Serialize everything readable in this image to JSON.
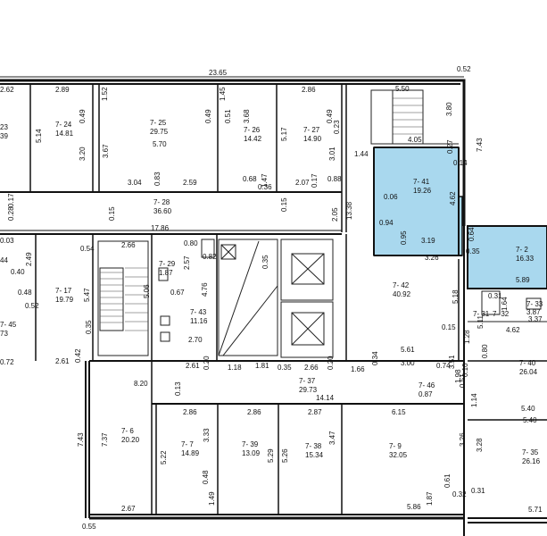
{
  "plan": {
    "overall_width": "23.65",
    "top_right_dim": "0.52",
    "rooms": [
      {
        "id": "r23",
        "name": "23",
        "area": "39"
      },
      {
        "id": "r24",
        "name": "7- 24",
        "area": "14.81"
      },
      {
        "id": "r25",
        "name": "7- 25",
        "area": "29.75"
      },
      {
        "id": "r26",
        "name": "7- 26",
        "area": "14.42"
      },
      {
        "id": "r27",
        "name": "7- 27",
        "area": "14.90"
      },
      {
        "id": "r28",
        "name": "7- 28",
        "area": "36.60"
      },
      {
        "id": "r41",
        "name": "7- 41",
        "area": "19.26"
      },
      {
        "id": "r2",
        "name": "7- 2",
        "area": "16.33"
      },
      {
        "id": "r44",
        "name": "44",
        "area": ""
      },
      {
        "id": "r17",
        "name": "7- 17",
        "area": "19.79"
      },
      {
        "id": "r29",
        "name": "7- 29",
        "area": "1.87"
      },
      {
        "id": "r43",
        "name": "7- 43",
        "area": "11.16"
      },
      {
        "id": "r42",
        "name": "7- 42",
        "area": "40.92"
      },
      {
        "id": "r45",
        "name": "7- 45",
        "area": "73"
      },
      {
        "id": "r33",
        "name": "7- 33",
        "area": "3.87"
      },
      {
        "id": "r31",
        "name": "7- 31",
        "area": ""
      },
      {
        "id": "r32",
        "name": "7- 32",
        "area": ""
      },
      {
        "id": "r40",
        "name": "7- 40",
        "area": "26.04"
      },
      {
        "id": "r37",
        "name": "7- 37",
        "area": "29.73"
      },
      {
        "id": "r46",
        "name": "7- 46",
        "area": "0.87"
      },
      {
        "id": "r6",
        "name": "7- 6",
        "area": "20.20"
      },
      {
        "id": "r7",
        "name": "7- 7",
        "area": "14.89"
      },
      {
        "id": "r39",
        "name": "7- 39",
        "area": "13.09"
      },
      {
        "id": "r38",
        "name": "7- 38",
        "area": "15.34"
      },
      {
        "id": "r9",
        "name": "7- 9",
        "area": "32.05"
      },
      {
        "id": "r35",
        "name": "7- 35",
        "area": "26.16"
      }
    ],
    "dims": [
      "2.62",
      "2.89",
      "1.52",
      "1.45",
      "2.86",
      "5.50",
      "3.80",
      "0.27",
      "0.14",
      "7.43",
      "5.14",
      "0.49",
      "3.20",
      "3.67",
      "0.49",
      "0.51",
      "3.68",
      "5.17",
      "0.49",
      "0.23",
      "5.70",
      "1.47",
      "3.01",
      "1.44",
      "4.05",
      "0.06",
      "4.62",
      "3.04",
      "0.83",
      "2.59",
      "0.68",
      "0.36",
      "2.07",
      "0.17",
      "0.88",
      "0.17",
      "0.15",
      "0.28",
      "0.15",
      "2.05",
      "13.38",
      "0.94",
      "0.95",
      "3.19",
      "3.26",
      "0.64",
      "0.35",
      "5.89",
      "17.86",
      "0.80",
      "2.66",
      "2.57",
      "0.82",
      "2.49",
      "0.54",
      "0.03",
      "0.52",
      "0.40",
      "0.48",
      "5.47",
      "5.06",
      "0.67",
      "4.76",
      "2.70",
      "0.35",
      "5.18",
      "0.31",
      "1.64",
      "3.37",
      "4.62",
      "0.15",
      "1.28",
      "5.61",
      "0.72",
      "2.61",
      "0.42",
      "0.35",
      "0.20",
      "2.61",
      "1.18",
      "1.81",
      "0.35",
      "2.66",
      "0.20",
      "1.66",
      "0.34",
      "3.00",
      "0.74",
      "3.51",
      "0.80",
      "8.20",
      "0.13",
      "14.14",
      "1.98",
      "0.51",
      "0.10",
      "1.14",
      "5.40",
      "2.86",
      "2.86",
      "2.87",
      "6.15",
      "5.40",
      "7.43",
      "7.37",
      "5.22",
      "3.33",
      "5.29",
      "5.26",
      "3.47",
      "3.26",
      "3.28",
      "0.48",
      "1.49",
      "0.61",
      "0.32",
      "0.31",
      "2.67",
      "5.86",
      "5.71",
      "0.55",
      "5.11",
      "1.87"
    ]
  }
}
